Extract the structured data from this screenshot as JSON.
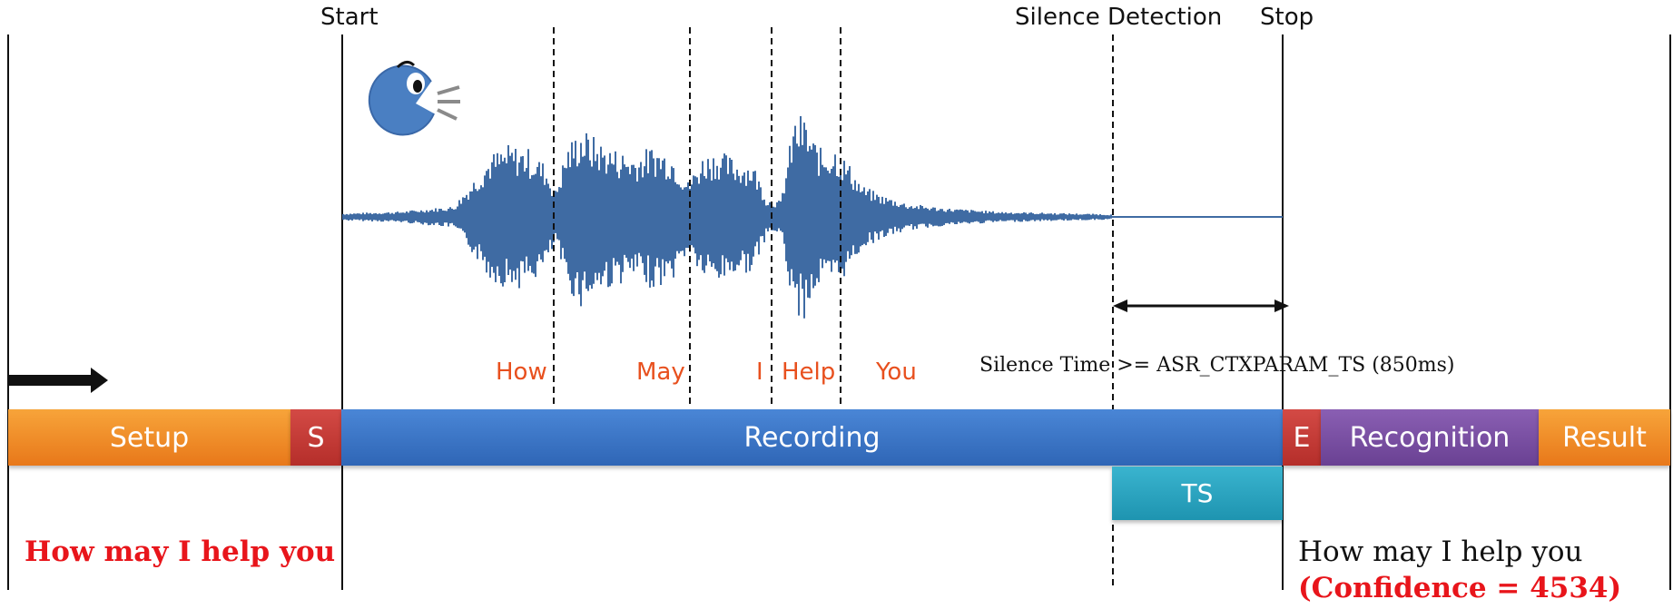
{
  "markers": {
    "start": "Start",
    "silence_detection": "Silence Detection",
    "stop": "Stop"
  },
  "words": [
    "How",
    "May",
    "I",
    "Help",
    "You"
  ],
  "silence_note": "Silence Time >= ASR_CTXPARAM_TS (850ms)",
  "bar": {
    "setup": "Setup",
    "s": "S",
    "recording": "Recording",
    "e": "E",
    "recognition": "Recognition",
    "result": "Result",
    "ts": "TS"
  },
  "left_text": "How may I help you",
  "result_text": "How may I help you",
  "confidence_text": "(Confidence = 4534)",
  "icon": "speaking-face-icon",
  "colors": {
    "setup": "#f08a25",
    "s": "#c83b37",
    "recording": "#3d77c9",
    "e": "#c83b37",
    "recognition": "#7b4fa5",
    "result": "#f08a25",
    "ts": "#2aa5c2",
    "waveform": "#3f6ba3",
    "word_labels": "#e8501e",
    "highlight_text": "#e8151b"
  }
}
